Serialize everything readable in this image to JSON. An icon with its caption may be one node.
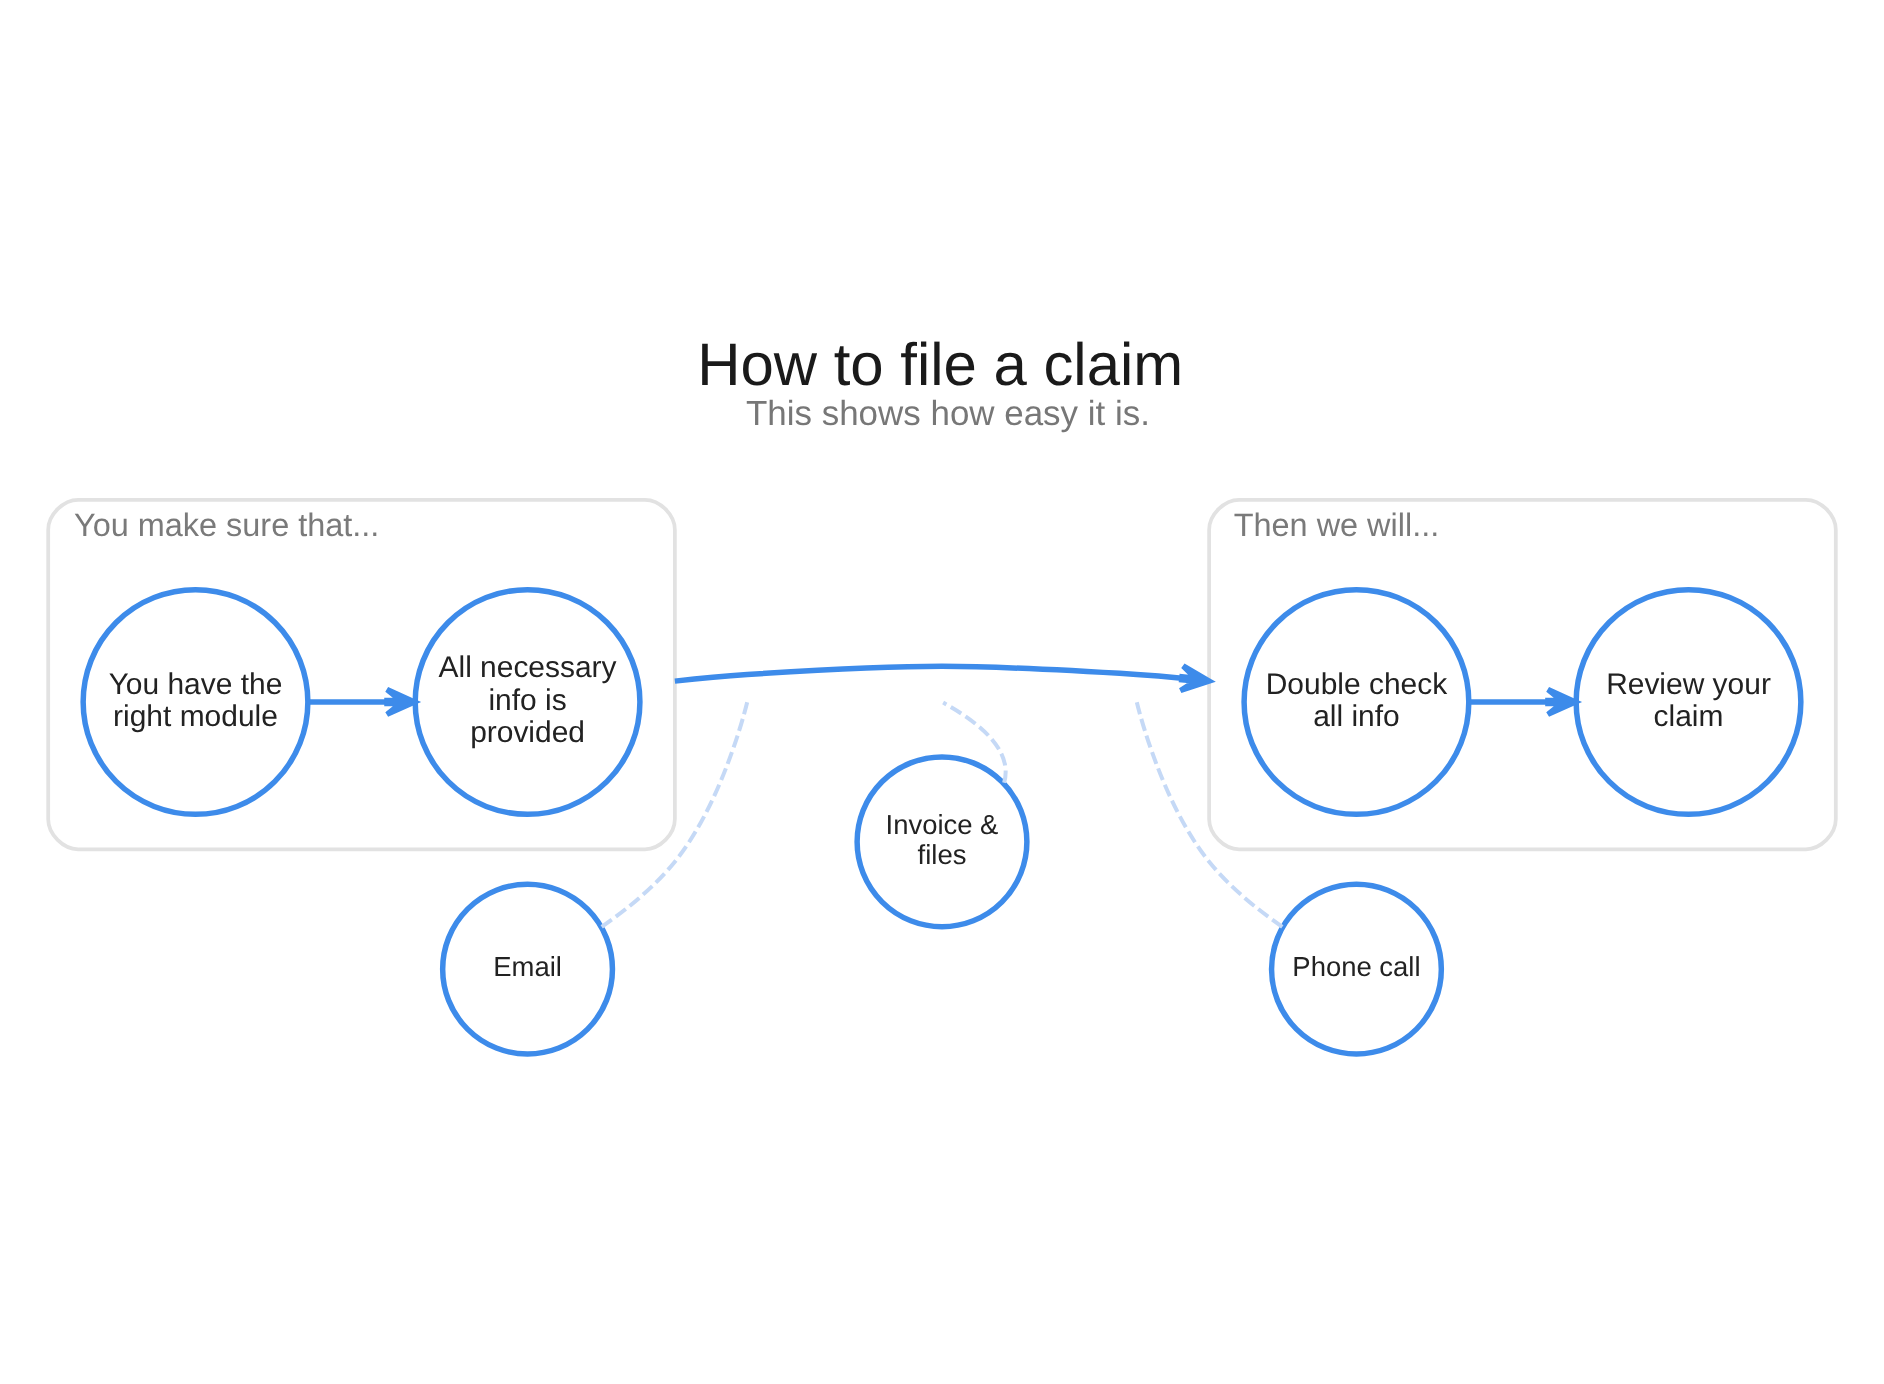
{
  "diagram": {
    "title": "How to file a claim",
    "caption": "This shows how easy it is.",
    "nodes": [
      {
        "text": [
          "You make sure that..."
        ]
      },
      {
        "text": [
          "You have the right module"
        ],
        "in": 0
      },
      {
        "text": [
          "All necessary info is provided"
        ],
        "in": 0
      },
      {
        "text": [
          "Then we will..."
        ]
      },
      {
        "text": [
          "Double check all info"
        ],
        "in": 3
      },
      {
        "text": [
          "Review your claim"
        ],
        "in": 3
      },
      {
        "text": [
          "Email"
        ]
      },
      {
        "text": [
          "Invoice & files"
        ]
      },
      {
        "text": [
          "Phone call"
        ]
      }
    ],
    "edges": [
      {
        "from": 1,
        "to": 2,
        "arrow": "to"
      },
      {
        "from": 0,
        "to": 3,
        "arrow": "to"
      },
      {
        "from": 4,
        "to": 5,
        "arrow": "to"
      },
      {
        "from": 6,
        "to": null,
        "arrow": "none",
        "style": "dashed",
        "color": "#c5d9f6"
      },
      {
        "from": 7,
        "to": null,
        "arrow": "none",
        "style": "dashed",
        "color": "#c5d9f6"
      },
      {
        "from": 8,
        "to": null,
        "arrow": "none",
        "style": "dashed",
        "color": "#c5d9f6"
      }
    ]
  }
}
